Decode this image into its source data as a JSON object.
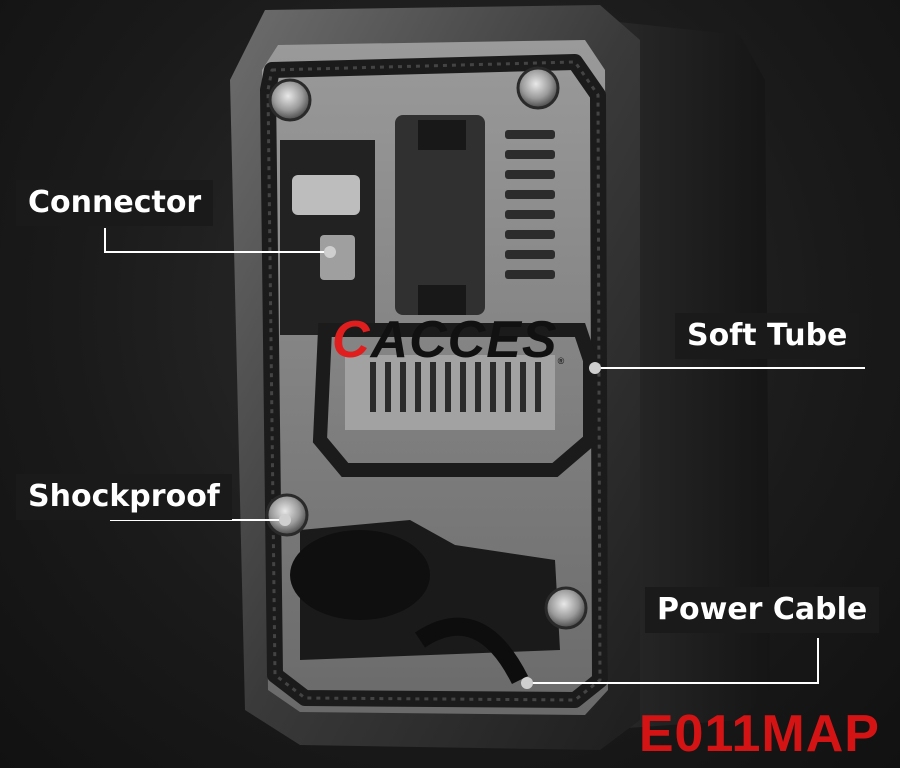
{
  "callouts": {
    "connector": "Connector",
    "soft_tube": "Soft Tube",
    "shockproof": "Shockproof",
    "power_cable": "Power Cable"
  },
  "brand": {
    "first_letter": "C",
    "rest": "ACCES",
    "reg": "®"
  },
  "model": "E011MAP",
  "colors": {
    "accent_red": "#d41414",
    "callout_line": "#ffffff",
    "body_dark": "#2a2a2a",
    "panel_grey": "#8a8a8a"
  }
}
